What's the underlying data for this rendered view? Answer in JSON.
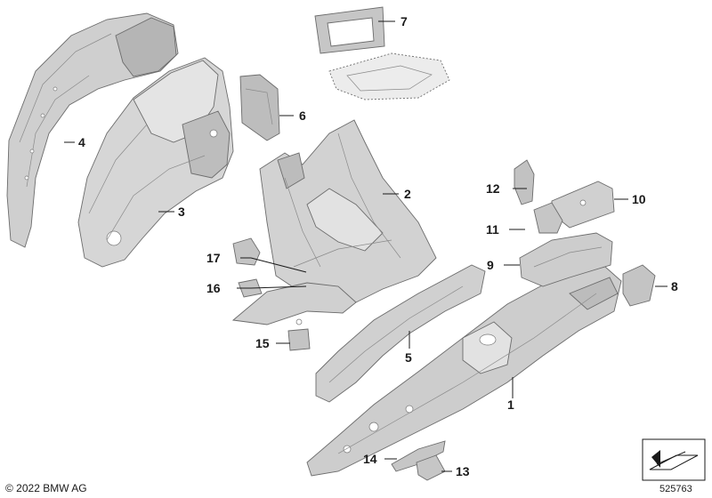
{
  "callouts": {
    "c1": "1",
    "c2": "2",
    "c3": "3",
    "c4": "4",
    "c5": "5",
    "c6": "6",
    "c7": "7",
    "c8": "8",
    "c9": "9",
    "c10": "10",
    "c11": "11",
    "c12": "12",
    "c13": "13",
    "c14": "14",
    "c15": "15",
    "c16": "16",
    "c17": "17"
  },
  "footer": {
    "copyright": "© 2022 BMW AG",
    "diagram_number": "525763"
  },
  "colors": {
    "part_fill": "#d4d4d4",
    "part_shade": "#b9b9b9",
    "part_light": "#e6e6e6",
    "outline": "#6c6c6c",
    "text": "#1a1a1a"
  },
  "icons": {
    "direction_marker": "arrow-icon"
  }
}
